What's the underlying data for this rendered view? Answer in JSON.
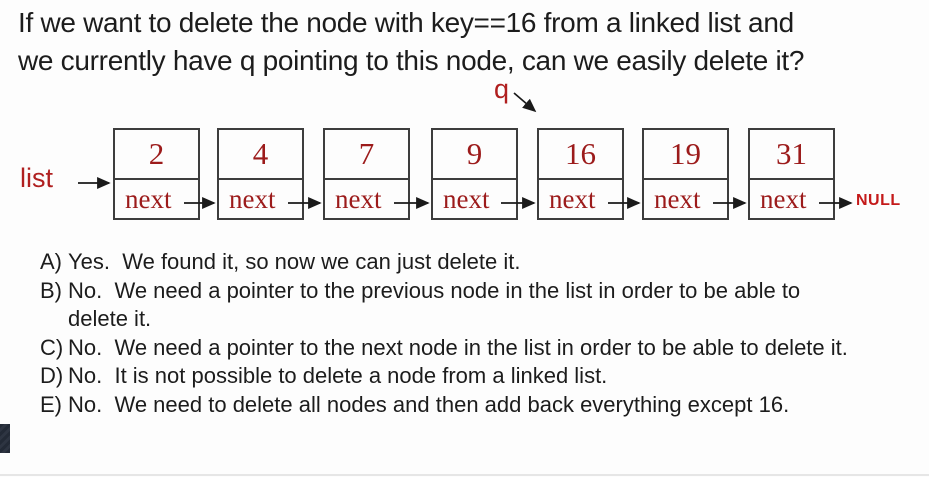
{
  "question": {
    "lines": [
      "If we want to delete the node with key==16 from a linked list and",
      "we currently have q pointing to this node, can we easily delete it?"
    ]
  },
  "diagram": {
    "pointer_label": "q",
    "list_label": "list",
    "null_label": "NULL",
    "nodes": [
      {
        "value": "2",
        "next": "next"
      },
      {
        "value": "4",
        "next": "next"
      },
      {
        "value": "7",
        "next": "next"
      },
      {
        "value": "9",
        "next": "next"
      },
      {
        "value": "16",
        "next": "next"
      },
      {
        "value": "19",
        "next": "next"
      },
      {
        "value": "31",
        "next": "next"
      }
    ]
  },
  "options": [
    {
      "letter": "A)",
      "text": "Yes.  We found it, so now we can just delete it."
    },
    {
      "letter": "B)",
      "text": "No.  We need a pointer to the previous node in the list in order to be able to delete it."
    },
    {
      "letter": "C)",
      "text": "No.  We need a pointer to the next node in the list in order to be able to delete it."
    },
    {
      "letter": "D)",
      "text": "No.  It is not possible to delete a node from a linked list."
    },
    {
      "letter": "E)",
      "text": "No.  We need to delete all nodes and then add back everything except 16."
    }
  ],
  "colors": {
    "text": "#1c1c1c",
    "node_text": "#9c1b1b",
    "pointer_red": "#b01f1f",
    "null_red": "#c41a1a",
    "box_border": "#3d3d3d",
    "background": "#fdfdfd"
  }
}
